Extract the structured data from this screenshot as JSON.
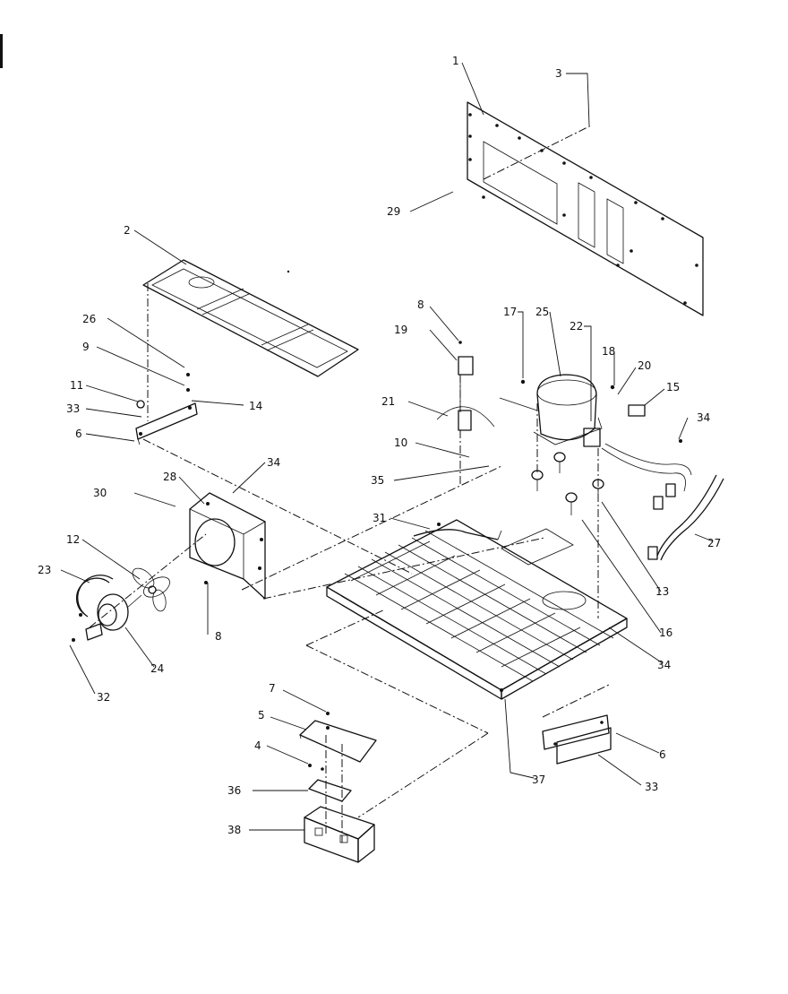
{
  "callouts": [
    "1",
    "2",
    "3",
    "4",
    "5",
    "6",
    "7",
    "8",
    "9",
    "10",
    "11",
    "12",
    "13",
    "14",
    "15",
    "16",
    "17",
    "18",
    "19",
    "20",
    "21",
    "22",
    "23",
    "24",
    "25",
    "26",
    "27",
    "28",
    "29",
    "30",
    "31",
    "32",
    "33",
    "34",
    "35",
    "36",
    "37",
    "38"
  ],
  "callout_list": [
    {
      "key": "c1",
      "text": "1"
    },
    {
      "key": "c2",
      "text": "2"
    },
    {
      "key": "c3",
      "text": "3"
    },
    {
      "key": "c29",
      "text": "29"
    },
    {
      "key": "c8a",
      "text": "8"
    },
    {
      "key": "c19",
      "text": "19"
    },
    {
      "key": "c17",
      "text": "17"
    },
    {
      "key": "c25",
      "text": "25"
    },
    {
      "key": "c22",
      "text": "22"
    },
    {
      "key": "c18",
      "text": "18"
    },
    {
      "key": "c20",
      "text": "20"
    },
    {
      "key": "c15",
      "text": "15"
    },
    {
      "key": "c34a",
      "text": "34"
    },
    {
      "key": "c26",
      "text": "26"
    },
    {
      "key": "c9",
      "text": "9"
    },
    {
      "key": "c11",
      "text": "11"
    },
    {
      "key": "c14",
      "text": "14"
    },
    {
      "key": "c33a",
      "text": "33"
    },
    {
      "key": "c6a",
      "text": "6"
    },
    {
      "key": "c21",
      "text": "21"
    },
    {
      "key": "c10",
      "text": "10"
    },
    {
      "key": "c28",
      "text": "28"
    },
    {
      "key": "c34b",
      "text": "34"
    },
    {
      "key": "c30",
      "text": "30"
    },
    {
      "key": "c35",
      "text": "35"
    },
    {
      "key": "c31",
      "text": "31"
    },
    {
      "key": "c27",
      "text": "27"
    },
    {
      "key": "c12",
      "text": "12"
    },
    {
      "key": "c23",
      "text": "23"
    },
    {
      "key": "c13",
      "text": "13"
    },
    {
      "key": "c8b",
      "text": "8"
    },
    {
      "key": "c16",
      "text": "16"
    },
    {
      "key": "c24",
      "text": "24"
    },
    {
      "key": "c34c",
      "text": "34"
    },
    {
      "key": "c32",
      "text": "32"
    },
    {
      "key": "c7",
      "text": "7"
    },
    {
      "key": "c5",
      "text": "5"
    },
    {
      "key": "c6b",
      "text": "6"
    },
    {
      "key": "c4",
      "text": "4"
    },
    {
      "key": "c37",
      "text": "37"
    },
    {
      "key": "c33b",
      "text": "33"
    },
    {
      "key": "c36",
      "text": "36"
    },
    {
      "key": "c38",
      "text": "38"
    }
  ]
}
